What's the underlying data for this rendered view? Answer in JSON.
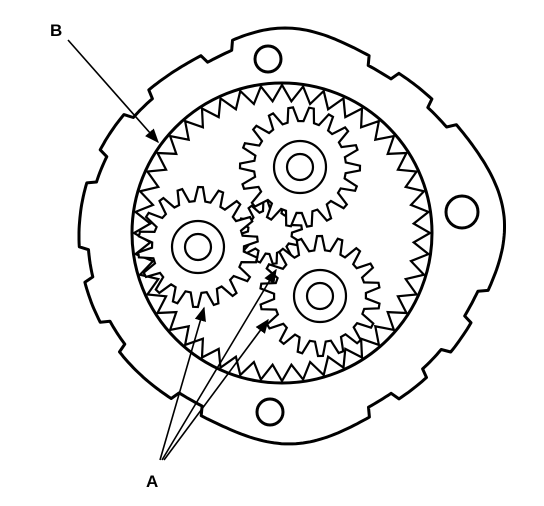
{
  "labels": {
    "b": "B",
    "a": "A"
  },
  "colors": {
    "stroke": "#000000",
    "background": "#ffffff"
  },
  "parts": {
    "planet_gear_count": 3,
    "ring_gear_teeth": 44,
    "planet_gear_teeth": 18,
    "sun_gear_teeth": 12,
    "housing_bolt_holes": 3
  }
}
